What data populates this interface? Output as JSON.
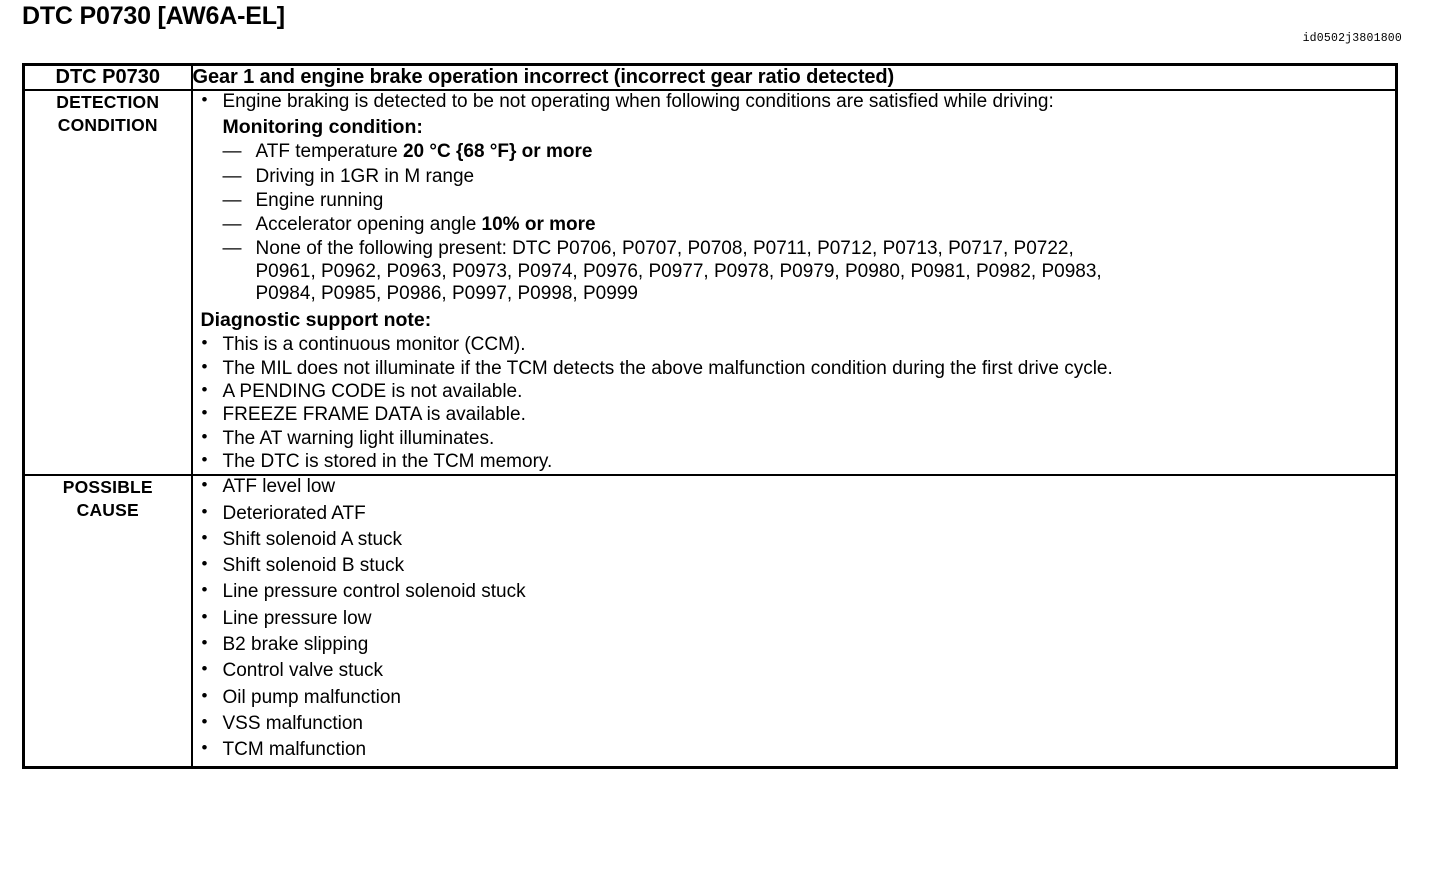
{
  "page": {
    "title": "DTC P0730 [AW6A-EL]",
    "doc_id": "id0502j3801800"
  },
  "table": {
    "header": {
      "code": "DTC P0730",
      "description": "Gear 1 and engine brake operation incorrect (incorrect gear ratio detected)"
    },
    "rows": {
      "detection_condition": {
        "label": "DETECTION\nCONDITION",
        "intro_bullet": "Engine braking is detected to be not operating when following conditions are satisfied while driving:",
        "monitoring_heading": "Monitoring condition:",
        "monitoring_items": [
          {
            "text": "ATF temperature ",
            "bold": "20 °C {68 °F} or more",
            "tail": ""
          },
          {
            "text": "Driving in 1GR in M range",
            "bold": "",
            "tail": ""
          },
          {
            "text": "Engine running",
            "bold": "",
            "tail": ""
          },
          {
            "text": "Accelerator opening angle ",
            "bold": "10% or more",
            "tail": ""
          }
        ],
        "none_present_label": "None of the following present: DTC P0706, P0707, P0708, P0711, P0712, P0713, P0717, P0722,",
        "none_present_line2": "P0961, P0962, P0963, P0973, P0974, P0976, P0977, P0978, P0979, P0980, P0981, P0982, P0983,",
        "none_present_line3": "P0984, P0985, P0986, P0997, P0998, P0999",
        "support_note_heading": "Diagnostic support note:",
        "support_notes": [
          "This is a continuous monitor (CCM).",
          "The MIL does not illuminate if the TCM detects the above malfunction condition during the first drive cycle.",
          "A PENDING CODE is not available.",
          "FREEZE FRAME DATA is available.",
          "The AT warning light illuminates.",
          "The DTC is stored in the TCM memory."
        ]
      },
      "possible_cause": {
        "label": "POSSIBLE\nCAUSE",
        "items": [
          "ATF level low",
          "Deteriorated ATF",
          "Shift solenoid A stuck",
          "Shift solenoid B stuck",
          "Line pressure control solenoid stuck",
          "Line pressure low",
          "B2 brake slipping",
          "Control valve stuck",
          "Oil pump malfunction",
          "VSS malfunction",
          "TCM malfunction"
        ]
      }
    }
  }
}
